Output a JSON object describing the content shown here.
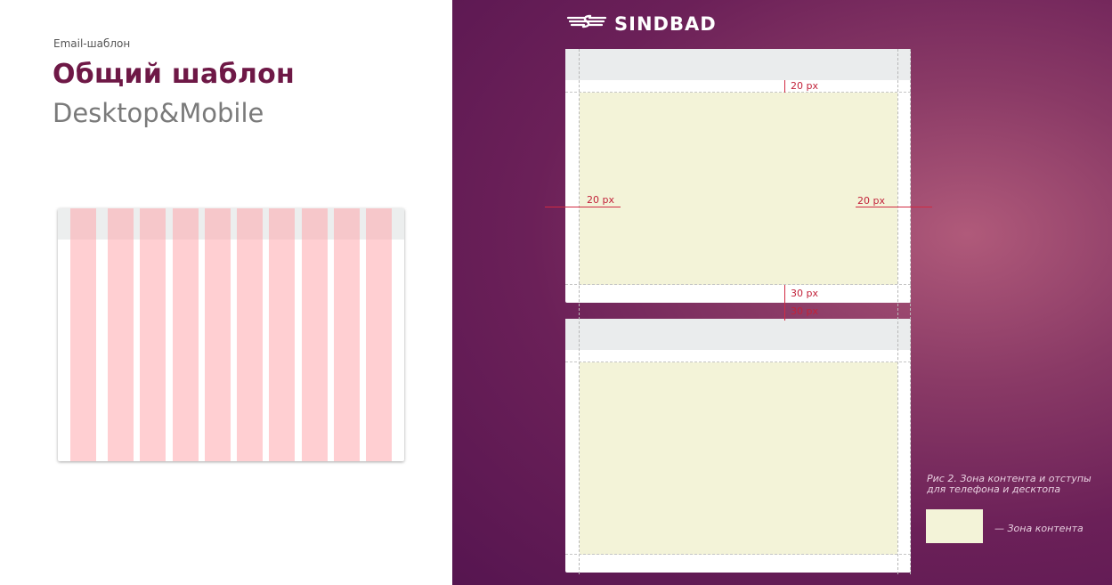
{
  "eyebrow": "Email-шаблон",
  "title": "Общий шаблон",
  "subtitle": "Desktop&Mobile",
  "logo": {
    "text": "SINDBAD",
    "icon": "sindbad-wings-icon"
  },
  "measurements": {
    "top": "20 px",
    "left": "20 px",
    "right": "20 px",
    "bottom_inner": "30 px",
    "bottom_gap": "30 px"
  },
  "caption": "Рис 2. Зона контента и отступы для телефона и десктопа",
  "legend": {
    "label": "— Зона контента"
  },
  "colors": {
    "title": "#6e1846",
    "content_zone": "#f3f3d8",
    "grid_columns": "#ffa0a5",
    "measure": "#c2223a",
    "background_right": "#6b2058"
  },
  "grid": {
    "column_count": 10
  }
}
